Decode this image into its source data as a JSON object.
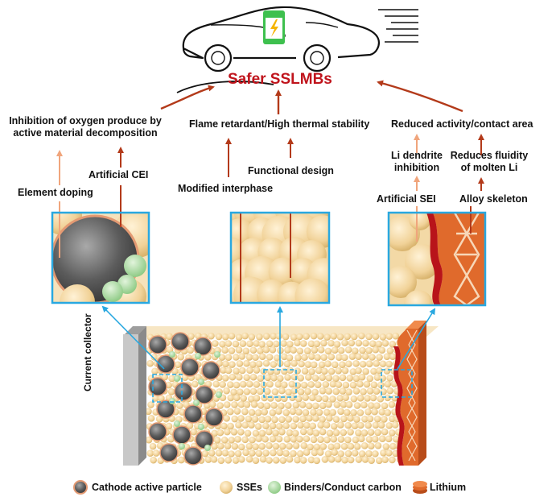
{
  "title": "Safer SSLMBs",
  "cathode": {
    "heading_line1": "Inhibition of oxygen produce by",
    "heading_line2": "active material decomposition",
    "strategy_a": "Element doping",
    "strategy_b": "Artificial CEI"
  },
  "electrolyte": {
    "heading": "Flame retardant/High thermal stability",
    "strategy_a": "Modified interphase",
    "strategy_b": "Functional design"
  },
  "anode": {
    "heading": "Reduced activity/contact area",
    "sub_a_line1": "Li dendrite",
    "sub_a_line2": "inhibition",
    "sub_b_line1": "Reduces fluidity",
    "sub_b_line2": "of molten Li",
    "strategy_a": "Artificial SEI",
    "strategy_b": "Alloy skeleton"
  },
  "cell": {
    "current_collector": "Current collector"
  },
  "legend": [
    {
      "icon": "cathode-particle-icon",
      "label": "Cathode active particle",
      "color": "#6d6d6d"
    },
    {
      "icon": "sse-particle-icon",
      "label": "SSEs",
      "color": "#f2d39a"
    },
    {
      "icon": "binder-carbon-icon",
      "label": "Binders/Conduct carbon",
      "color": "#a7d7a0"
    },
    {
      "icon": "lithium-icon",
      "label": "Lithium",
      "color": "#e06a2c"
    }
  ],
  "colors": {
    "accent_red": "#c0141c",
    "arrow_dark": "#b33a1a",
    "arrow_light": "#f0a57c",
    "frame_blue": "#29a8e0",
    "battery_green": "#3ec04e",
    "bolt_yellow": "#f5b400"
  }
}
